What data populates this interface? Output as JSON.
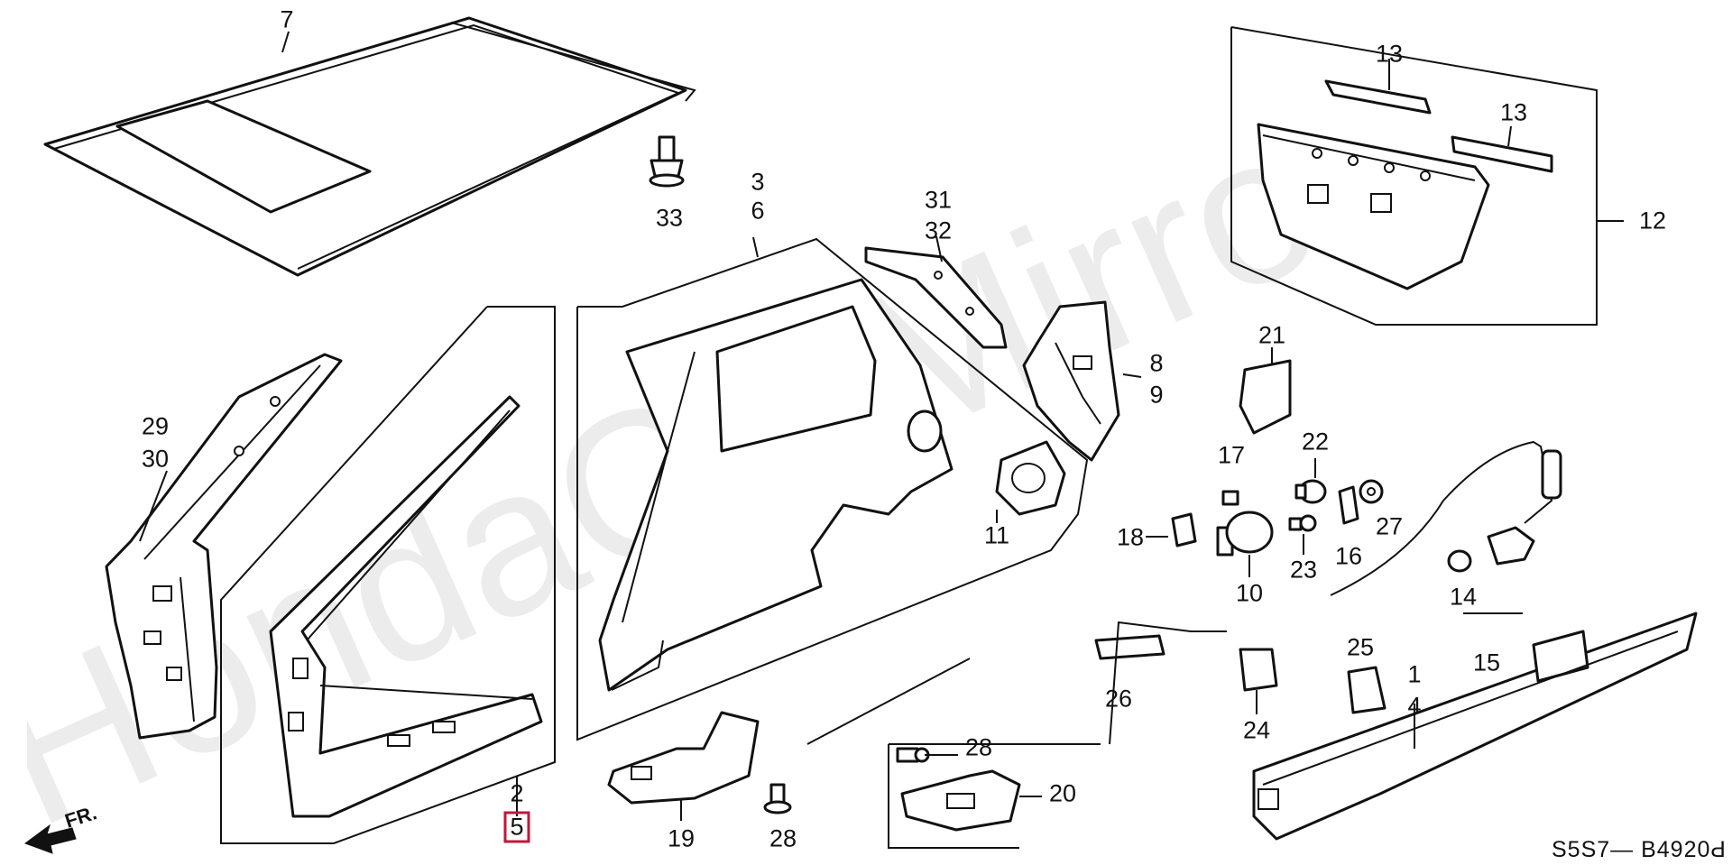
{
  "watermark": "HondaCarMirror.ru",
  "drawing_code": "S5S7— B4920Ԁ",
  "direction_label": "FR.",
  "selected_callout": "5",
  "callouts": [
    "7",
    "33",
    "3",
    "6",
    "31",
    "32",
    "8",
    "9",
    "13",
    "13",
    "12",
    "21",
    "29",
    "30",
    "2",
    "5",
    "11",
    "17",
    "22",
    "18",
    "27",
    "16",
    "10",
    "23",
    "14",
    "15",
    "26",
    "24",
    "25",
    "1",
    "4",
    "19",
    "28",
    "28",
    "20"
  ]
}
